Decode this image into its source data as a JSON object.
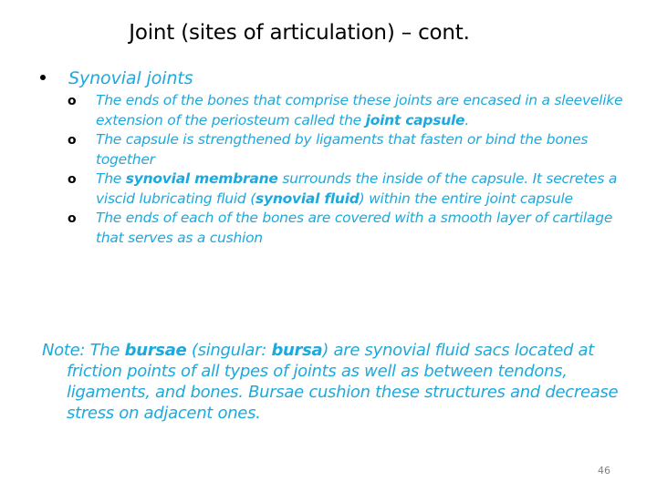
{
  "slide": {
    "title": "Joint (sites of articulation) – cont.",
    "page_number": "46",
    "colors": {
      "title_text": "#000000",
      "body_text": "#1CA9DD",
      "bullet_marker": "#000000",
      "page_number": "#808080",
      "background": "#FFFFFF"
    }
  },
  "content": {
    "level1": {
      "bullet_glyph": "disc-bullet",
      "label": "Synovial joints"
    },
    "sub_bullets": [
      {
        "marker": "o",
        "segments": [
          {
            "text": "The ends of the bones that comprise these joints are encased in a sleevelike extension of the periosteum called the ",
            "bold": false
          },
          {
            "text": "joint capsule",
            "bold": true
          },
          {
            "text": ".",
            "bold": false
          }
        ]
      },
      {
        "marker": "o",
        "segments": [
          {
            "text": "The capsule is strengthened by ligaments that fasten or bind the bones together",
            "bold": false
          }
        ]
      },
      {
        "marker": "o",
        "segments": [
          {
            "text": "The ",
            "bold": false
          },
          {
            "text": "synovial membrane",
            "bold": true
          },
          {
            "text": " surrounds the inside of the capsule. It secretes a viscid lubricating fluid (",
            "bold": false
          },
          {
            "text": "synovial fluid",
            "bold": true
          },
          {
            "text": ") within the entire joint capsule",
            "bold": false
          }
        ]
      },
      {
        "marker": "o",
        "segments": [
          {
            "text": "The ends of each of the bones are covered with a smooth layer of cartilage that serves as a cushion",
            "bold": false
          }
        ]
      }
    ],
    "note": {
      "segments": [
        {
          "text": "Note: The ",
          "bold": false,
          "hang": true
        },
        {
          "text": "bursae",
          "bold": true
        },
        {
          "text": " (singular: ",
          "bold": false
        },
        {
          "text": "bursa",
          "bold": true
        },
        {
          "text": ") are synovial fluid sacs located at friction points of all types of joints as well as between tendons, ligaments, and bones. Bursae cushion these structures and decrease stress on adjacent ones.",
          "bold": false
        }
      ]
    }
  }
}
